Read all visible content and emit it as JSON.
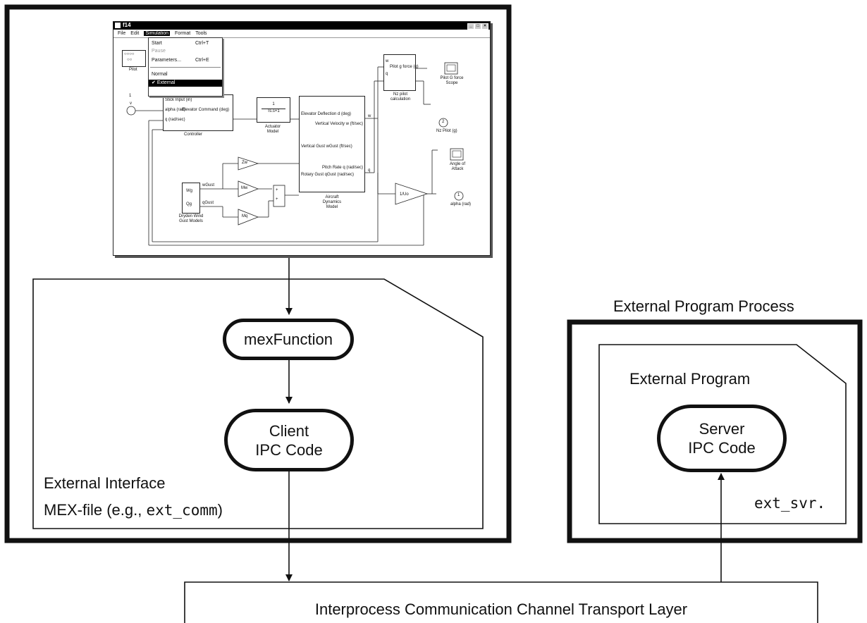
{
  "simulink_window": {
    "title": "f14",
    "menus": [
      "File",
      "Edit",
      "Simulation",
      "Format",
      "Tools"
    ],
    "active_menu": "Simulation",
    "dropdown": [
      {
        "label": "Start",
        "shortcut": "Ctrl+T",
        "state": "normal"
      },
      {
        "label": "Pause",
        "shortcut": "",
        "state": "disabled"
      },
      {
        "label": "Parameters...",
        "shortcut": "Ctrl+E",
        "state": "normal"
      },
      {
        "label": "Normal",
        "shortcut": "",
        "state": "normal"
      },
      {
        "label": "External",
        "shortcut": "",
        "state": "checked"
      }
    ],
    "model_labels": {
      "pilot": "Pilot",
      "inport_v": "v",
      "ctrl_in1": "Stick Input (in)",
      "ctrl_in2": "alpha (rad)",
      "ctrl_in3": "q (rad/sec)",
      "ctrl_out": "Elevator Command (deg)",
      "controller": "Controller",
      "actuator_num": "1",
      "actuator_den": "Ts.s+1",
      "actuator": "Actuator Model",
      "ac_in1": "Elevator Deflection d (deg)",
      "ac_in2": "Vertical Gust wGust (ft/sec)",
      "ac_in3": "Rotary Gust qGust (rad/sec)",
      "ac_out1": "Vertical Velocity w (ft/sec)",
      "ac_out2": "Pitch Rate q (rad/sec)",
      "aircraft": "Aircraft Dynamics Model",
      "zw": "Zw",
      "mw": "Mw",
      "mq": "Mq",
      "wg": "Wg",
      "qg": "Qg",
      "wgust": "wGust",
      "qgust": "qGust",
      "dryden": "Dryden Wind Gust Models",
      "nz_in_w": "w",
      "nz_in_q": "q",
      "nz_out": "Pilot g force (g)",
      "nz_calc": "Nz pilot calculation",
      "scope1": "Pilot G force Scope",
      "out2_num": "2",
      "out2": "Nz Pilot (g)",
      "uo": "1/Uo",
      "scope2": "Angle of Attack",
      "out1_num": "1",
      "out1": "alpha (rad)",
      "sig_w": "w",
      "sig_q": "q"
    }
  },
  "external_interface": {
    "mex_function": "mexFunction",
    "client_line1": "Client",
    "client_line2": "IPC Code",
    "title": "External Interface",
    "mex_file_prefix": "MEX-file (e.g., ",
    "mex_file_code": "ext_comm",
    "mex_file_suffix": ")"
  },
  "external_program_process": {
    "title": "External Program Process",
    "program_title": "External Program",
    "server_line1": "Server",
    "server_line2": "IPC Code",
    "file_code": "ext_svr."
  },
  "transport_layer": {
    "label": "Interprocess Communication Channel Transport Layer"
  }
}
